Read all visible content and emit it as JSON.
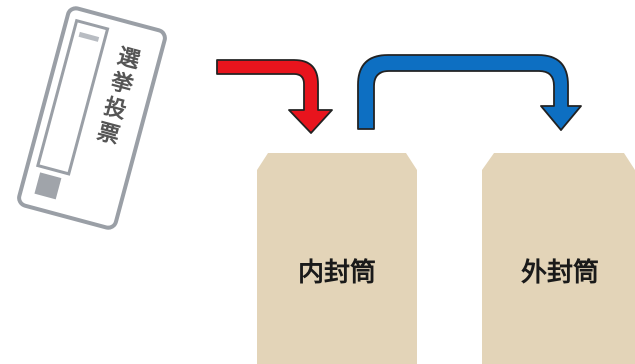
{
  "ballot": {
    "characters": [
      "選",
      "挙",
      "投",
      "票"
    ]
  },
  "inner_envelope": {
    "label": "内封筒"
  },
  "outer_envelope": {
    "label": "外封筒"
  },
  "colors": {
    "envelope_fill": "#e3d4b8",
    "arrow_red": "#e8141d",
    "arrow_blue": "#0d6fc2",
    "arrow_outline": "#222222",
    "ballot_outline": "#9a9fa6",
    "ballot_fill": "#ffffff"
  }
}
